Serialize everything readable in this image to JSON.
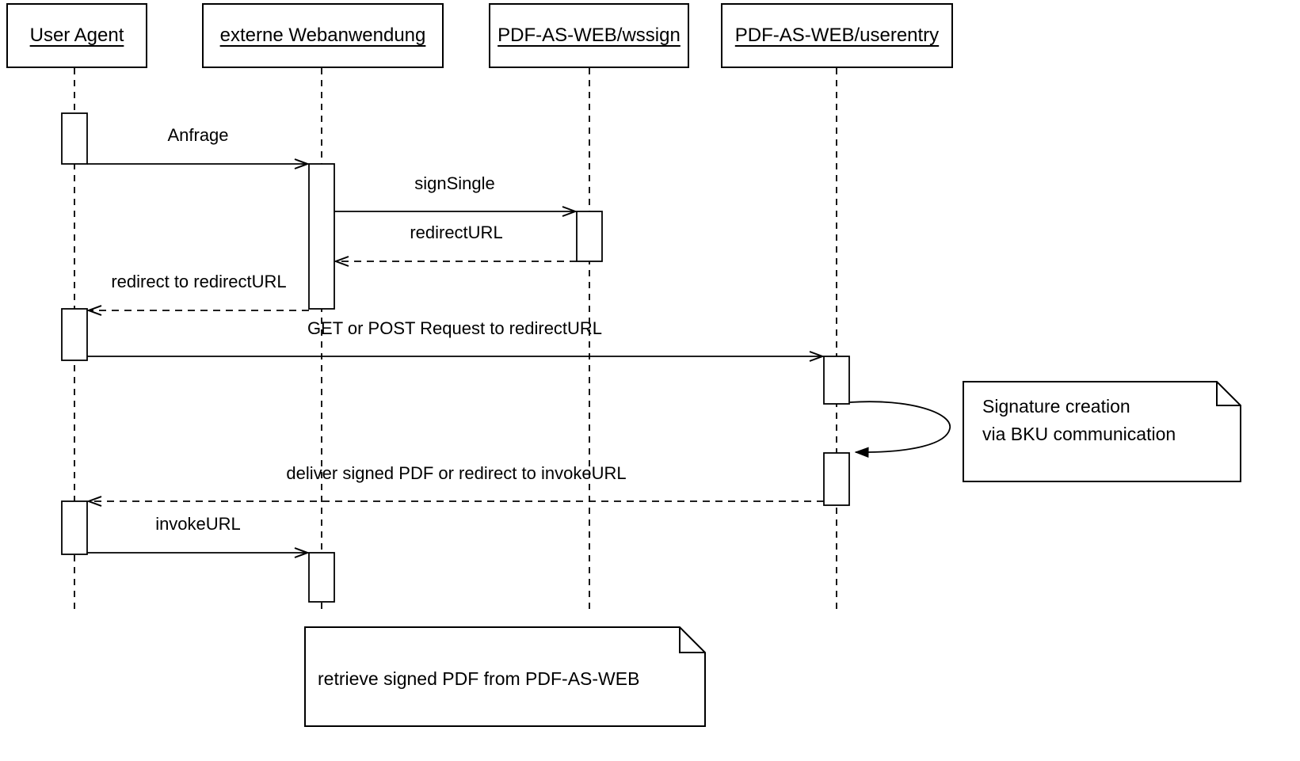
{
  "diagram": {
    "type": "uml-sequence-diagram",
    "colors": {
      "line": "#000000",
      "background": "#ffffff",
      "box_fill": "#ffffff"
    },
    "actors": [
      {
        "label": "User Agent"
      },
      {
        "label": "externe Webanwendung"
      },
      {
        "label": "PDF-AS-WEB/wssign"
      },
      {
        "label": "PDF-AS-WEB/userentry"
      }
    ],
    "messages": [
      {
        "label": "Anfrage",
        "from": "User Agent",
        "to": "externe Webanwendung",
        "line": "solid"
      },
      {
        "label": "signSingle",
        "from": "externe Webanwendung",
        "to": "PDF-AS-WEB/wssign",
        "line": "solid"
      },
      {
        "label": "redirectURL",
        "from": "PDF-AS-WEB/wssign",
        "to": "externe Webanwendung",
        "line": "dashed"
      },
      {
        "label": "redirect to redirectURL",
        "from": "externe Webanwendung",
        "to": "User Agent",
        "line": "dashed"
      },
      {
        "label": "GET or POST Request to redirectURL",
        "from": "User Agent",
        "to": "PDF-AS-WEB/userentry",
        "line": "solid"
      },
      {
        "label": "deliver signed PDF or redirect to invokeURL",
        "from": "PDF-AS-WEB/userentry",
        "to": "User Agent",
        "line": "dashed"
      },
      {
        "label": "invokeURL",
        "from": "User Agent",
        "to": "externe Webanwendung",
        "line": "solid"
      }
    ],
    "self_message": {
      "actor": "PDF-AS-WEB/userentry"
    },
    "notes": [
      {
        "line1": "Signature creation",
        "line2": "via BKU communication"
      },
      {
        "line1": "retrieve signed PDF from PDF-AS-WEB"
      }
    ]
  }
}
